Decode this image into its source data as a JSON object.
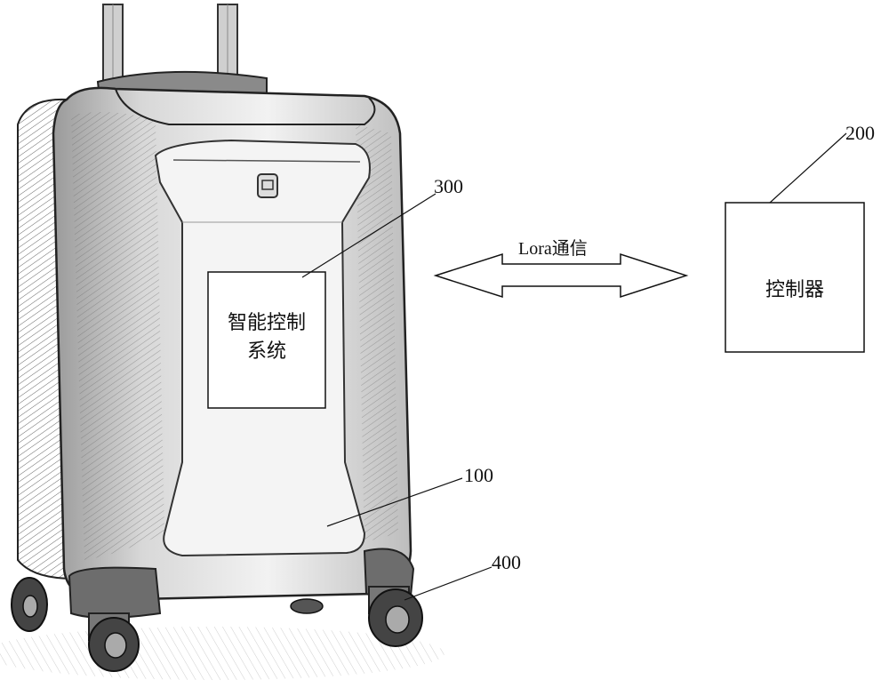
{
  "diagram": {
    "system_box_label_line1": "智能控制",
    "system_box_label_line2": "系统",
    "controller_box_label": "控制器",
    "link_label": "Lora通信",
    "refs": {
      "system": "300",
      "controller": "200",
      "suitcase": "100",
      "wheel": "400"
    }
  }
}
